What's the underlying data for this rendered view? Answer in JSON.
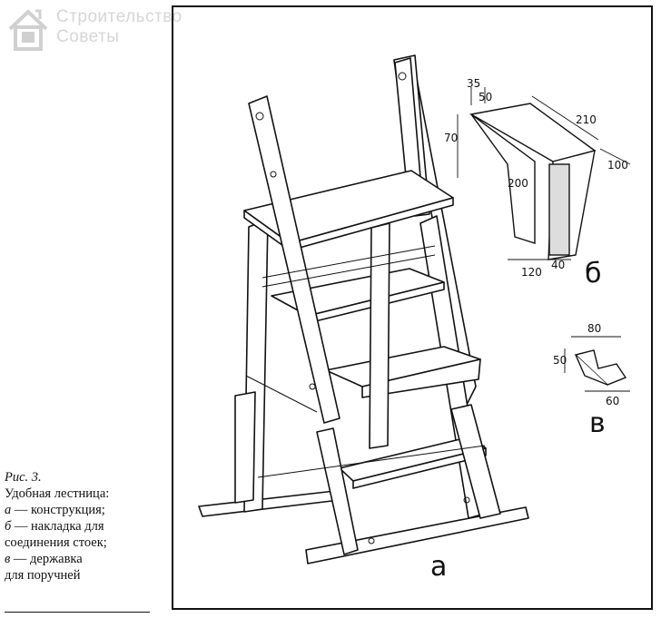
{
  "logo": {
    "line1": "Строительство",
    "line2": "Советы",
    "icon": "house-icon"
  },
  "caption": {
    "figure": "Рис. 3.",
    "title": "Удобная лестница:",
    "items": [
      {
        "letter": "а",
        "text": " — конструкция;"
      },
      {
        "letter": "б",
        "text": " — накладка для"
      },
      {
        "letter": "",
        "text": "соединения стоек;"
      },
      {
        "letter": "в",
        "text": " — державка"
      },
      {
        "letter": "",
        "text": "для поручней"
      }
    ]
  },
  "figure_labels": {
    "a": "а",
    "b": "б",
    "v": "в"
  },
  "dimensions_b": {
    "d35": "35",
    "d50": "50",
    "d70": "70",
    "d200": "200",
    "d210": "210",
    "d100": "100",
    "d120": "120",
    "d40": "40"
  },
  "dimensions_v": {
    "d80": "80",
    "d50": "50",
    "d60": "60"
  }
}
